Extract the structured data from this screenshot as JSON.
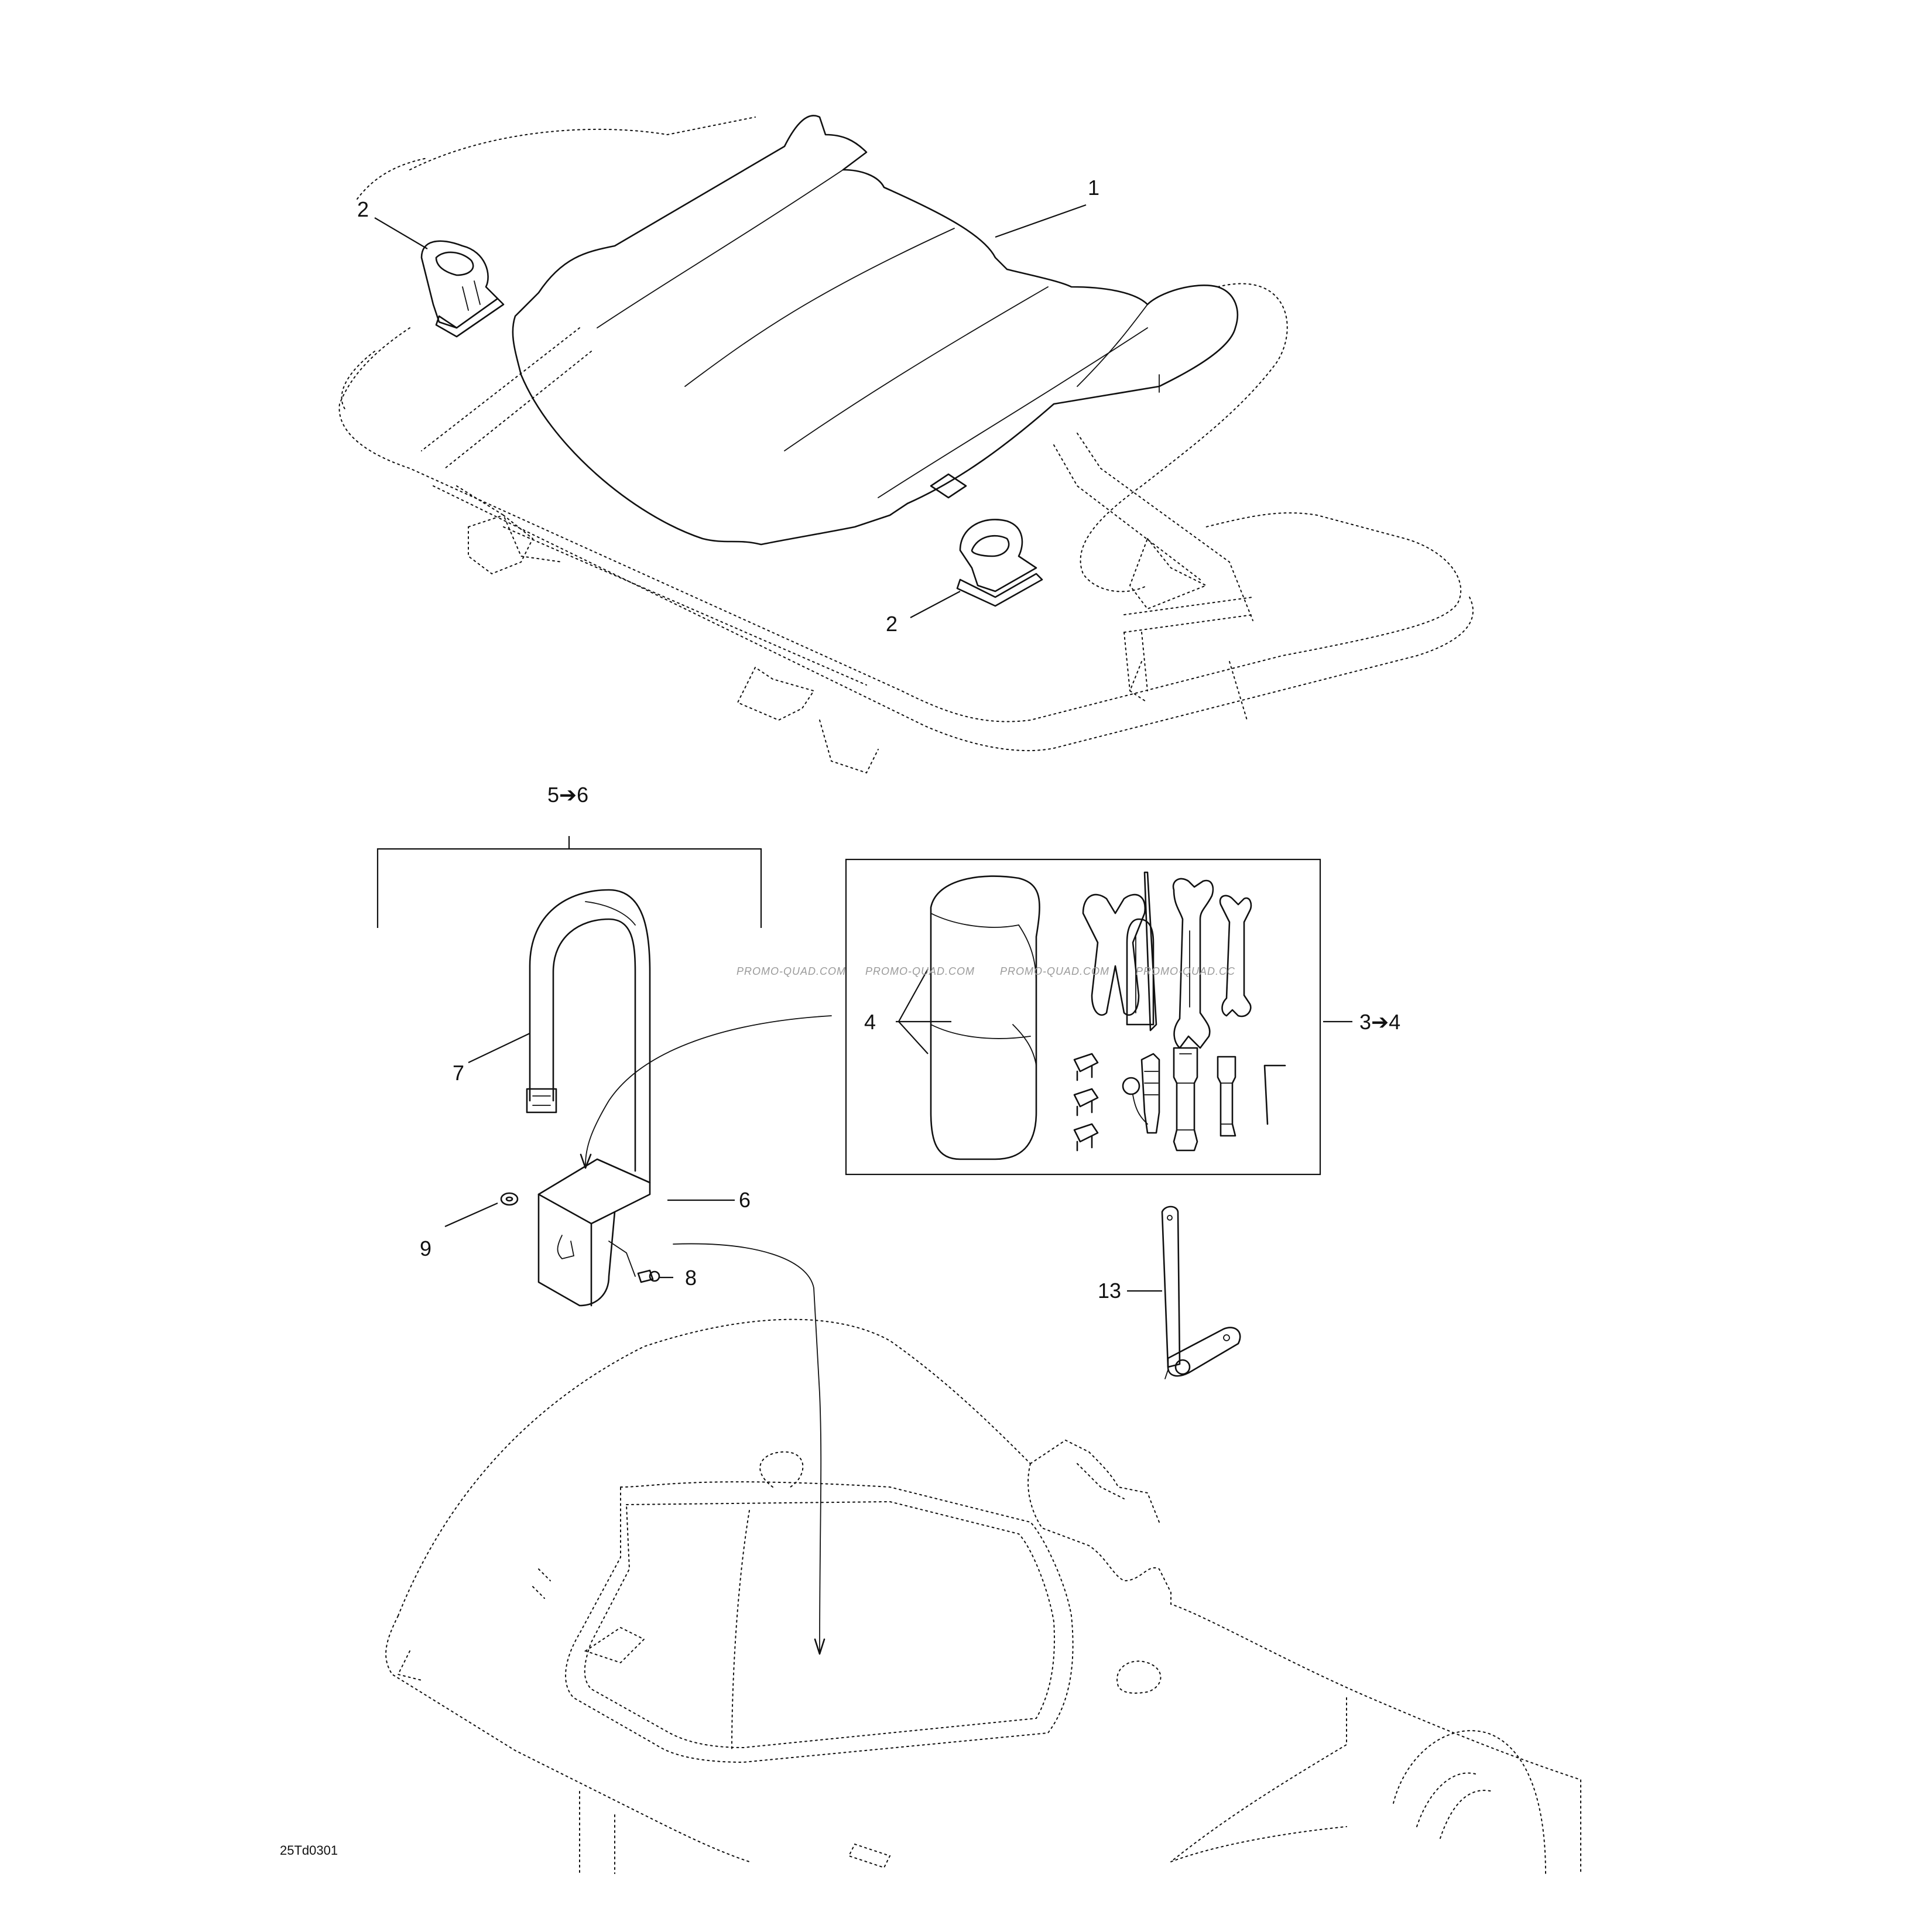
{
  "callouts": {
    "c1": "1",
    "c2a": "2",
    "c2b": "2",
    "c5to6": "5➔6",
    "c3to4": "3➔4",
    "c4": "4",
    "c6": "6",
    "c7": "7",
    "c8": "8",
    "c9": "9",
    "c13": "13"
  },
  "drawing_code": "25Td0301",
  "watermarks": [
    "PROMO-QUAD.COM",
    "PROMO-QUAD.COM",
    "PROMO-QUAD.COM",
    "PROMO-QUAD.CC"
  ]
}
